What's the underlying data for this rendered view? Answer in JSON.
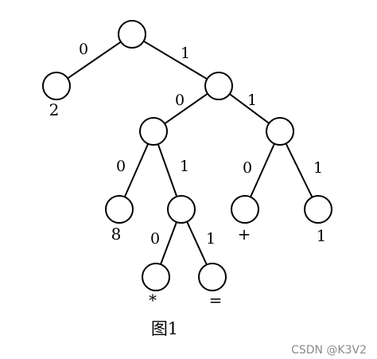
{
  "nodes": [
    {
      "id": "root",
      "leaf_label": ""
    },
    {
      "id": "n0",
      "leaf_label": "2"
    },
    {
      "id": "n1",
      "leaf_label": ""
    },
    {
      "id": "n10",
      "leaf_label": ""
    },
    {
      "id": "n11",
      "leaf_label": ""
    },
    {
      "id": "n100",
      "leaf_label": "8"
    },
    {
      "id": "n101",
      "leaf_label": ""
    },
    {
      "id": "n1010",
      "leaf_label": "*"
    },
    {
      "id": "n1011",
      "leaf_label": "="
    },
    {
      "id": "n110",
      "leaf_label": "+"
    },
    {
      "id": "n111",
      "leaf_label": "1"
    }
  ],
  "edges": [
    {
      "from": "root",
      "to": "n0",
      "label": "0"
    },
    {
      "from": "root",
      "to": "n1",
      "label": "1"
    },
    {
      "from": "n1",
      "to": "n10",
      "label": "0"
    },
    {
      "from": "n1",
      "to": "n11",
      "label": "1"
    },
    {
      "from": "n10",
      "to": "n100",
      "label": "0"
    },
    {
      "from": "n10",
      "to": "n101",
      "label": "1"
    },
    {
      "from": "n101",
      "to": "n1010",
      "label": "0"
    },
    {
      "from": "n101",
      "to": "n1011",
      "label": "1"
    },
    {
      "from": "n11",
      "to": "n110",
      "label": "0"
    },
    {
      "from": "n11",
      "to": "n111",
      "label": "1"
    }
  ],
  "caption": "图1",
  "watermark": "CSDN @K3V2"
}
